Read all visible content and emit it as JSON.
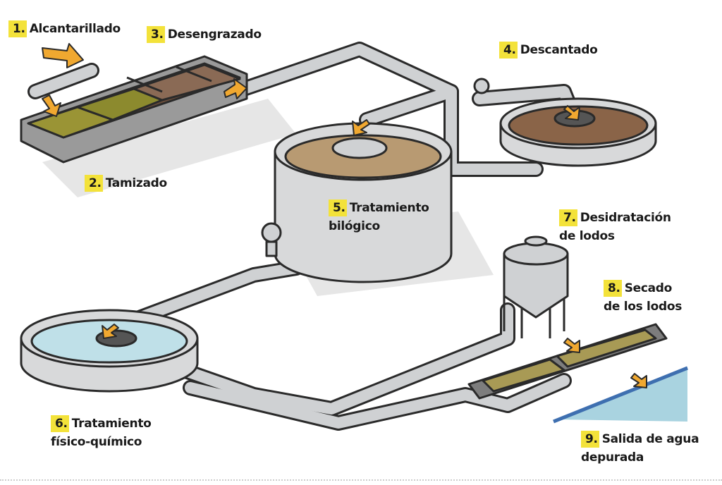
{
  "colors": {
    "highlight": "#f3e23a",
    "arrow": "#f0a830",
    "pipe": "#c9cbcd",
    "outline": "#2a2a2a",
    "sludge": "#7a5a45",
    "screen": "#8c8a2e",
    "water": "#a9d3e0",
    "river": "#3e6fb0"
  },
  "labels": [
    {
      "num": "1.",
      "text": "Alcantarillado"
    },
    {
      "num": "2.",
      "text": "Tamizado"
    },
    {
      "num": "3.",
      "text": "Desengrazado"
    },
    {
      "num": "4.",
      "text": "Descantado"
    },
    {
      "num": "5.",
      "text": "Tratamiento",
      "text2": "bilógico"
    },
    {
      "num": "6.",
      "text": "Tratamiento",
      "text2": "físico-químico"
    },
    {
      "num": "7.",
      "text": "Desidratación",
      "text2": "de lodos"
    },
    {
      "num": "8.",
      "text": "Secado",
      "text2": "de los lodos"
    },
    {
      "num": "9.",
      "text": "Salida de agua",
      "text2": "depurada"
    }
  ]
}
